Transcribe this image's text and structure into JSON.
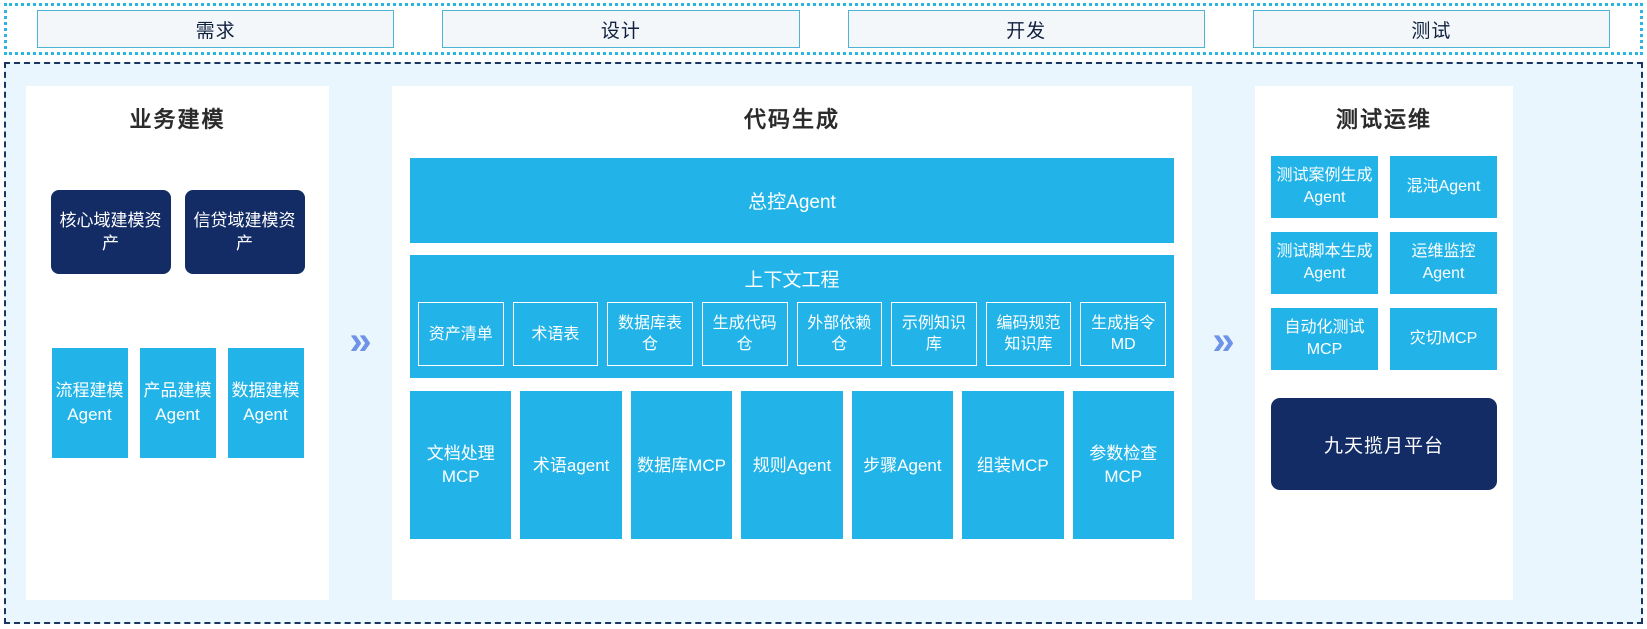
{
  "phases": [
    {
      "label": "需求"
    },
    {
      "label": "设计"
    },
    {
      "label": "开发"
    },
    {
      "label": "测试"
    }
  ],
  "connectors": {
    "chevron_glyph": "»"
  },
  "colors": {
    "cyan": "#22b4e8",
    "navy": "#132c66",
    "frame_bg": "#e9f6fd",
    "frame_border": "#18365f",
    "phase_border": "#4fb3d6",
    "chevron": "#6e93e8"
  },
  "left_panel": {
    "title": "业务建模",
    "assets": [
      {
        "label": "核心域建模资产"
      },
      {
        "label": "信贷域建模资产"
      }
    ],
    "agents": [
      {
        "label": "流程建模Agent"
      },
      {
        "label": "产品建模Agent"
      },
      {
        "label": "数据建模Agent"
      }
    ]
  },
  "center_panel": {
    "title": "代码生成",
    "master_agent": "总控Agent",
    "context": {
      "title": "上下文工程",
      "items": [
        {
          "label": "资产清单"
        },
        {
          "label": "术语表"
        },
        {
          "label": "数据库表仓"
        },
        {
          "label": "生成代码仓"
        },
        {
          "label": "外部依赖仓"
        },
        {
          "label": "示例知识库"
        },
        {
          "label": "编码规范知识库"
        },
        {
          "label": "生成指令MD"
        }
      ]
    },
    "tools": [
      {
        "label": "文档处理MCP"
      },
      {
        "label": "术语agent"
      },
      {
        "label": "数据库MCP"
      },
      {
        "label": "规则Agent"
      },
      {
        "label": "步骤Agent"
      },
      {
        "label": "组装MCP"
      },
      {
        "label": "参数检查MCP"
      }
    ]
  },
  "right_panel": {
    "title": "测试运维",
    "items": [
      {
        "label": "测试案例生成Agent"
      },
      {
        "label": "混沌Agent"
      },
      {
        "label": "测试脚本生成Agent"
      },
      {
        "label": "运维监控Agent"
      },
      {
        "label": "自动化测试MCP"
      },
      {
        "label": "灾切MCP"
      }
    ],
    "platform": "九天揽月平台"
  }
}
